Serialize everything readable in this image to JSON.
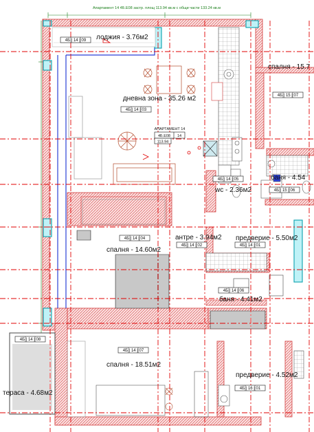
{
  "header": {
    "text": "Апартамент 14   4Б.Е08   застр. площ 113.94 кв.м   с общи части 133.24 кв.м"
  },
  "apartment_badge": {
    "title": "АПАРТАМЕНТ 14",
    "code_a": "4Б.Е08",
    "code_b": "14",
    "area": "113.94"
  },
  "rooms": [
    {
      "id": "loggia",
      "label": "лоджия - 3.76м2",
      "tag": "4Б | 14 | 09"
    },
    {
      "id": "living",
      "label": "дневна зона - 35.26 м2",
      "tag": "4Б | 14 | 03"
    },
    {
      "id": "bedroom-right-top",
      "label": "спалня - 15.7",
      "tag": "4Б | 15 | 07"
    },
    {
      "id": "bath-right",
      "label": "баня - 4.54",
      "tag": "4Б | 15 | 06"
    },
    {
      "id": "wc",
      "label": "wc - 2.36м2",
      "tag": "4Б | 14 | 05"
    },
    {
      "id": "entry",
      "label": "антре - 3.94м2",
      "tag": "4Б | 14 | 02"
    },
    {
      "id": "hall-top",
      "label": "предверие - 5.50м2",
      "tag": "4Б | 14 | 01"
    },
    {
      "id": "bedroom-mid",
      "label": "спалня - 14.60м2",
      "tag": "4Б | 14 | 04"
    },
    {
      "id": "bath",
      "label": "баня - 4.41м2",
      "tag": "4Б | 14 | 06"
    },
    {
      "id": "terrace",
      "label": "тераса - 4.68м2",
      "tag": "4Б | 14 | 08"
    },
    {
      "id": "bedroom-bottom",
      "label": "спалня - 18.51м2",
      "tag": "4Б | 14 | 07"
    },
    {
      "id": "hall-bottom",
      "label": "предверие - 4.52м2",
      "tag": "4Б | 16 | 01"
    }
  ],
  "colors": {
    "wall_fill": "#f2b8b8",
    "wall_stroke": "#d23b3b",
    "axis_line": "#e00000",
    "window": "#28c7d6",
    "dimension": "#1a7f1a",
    "furniture": "#b24a2a"
  }
}
